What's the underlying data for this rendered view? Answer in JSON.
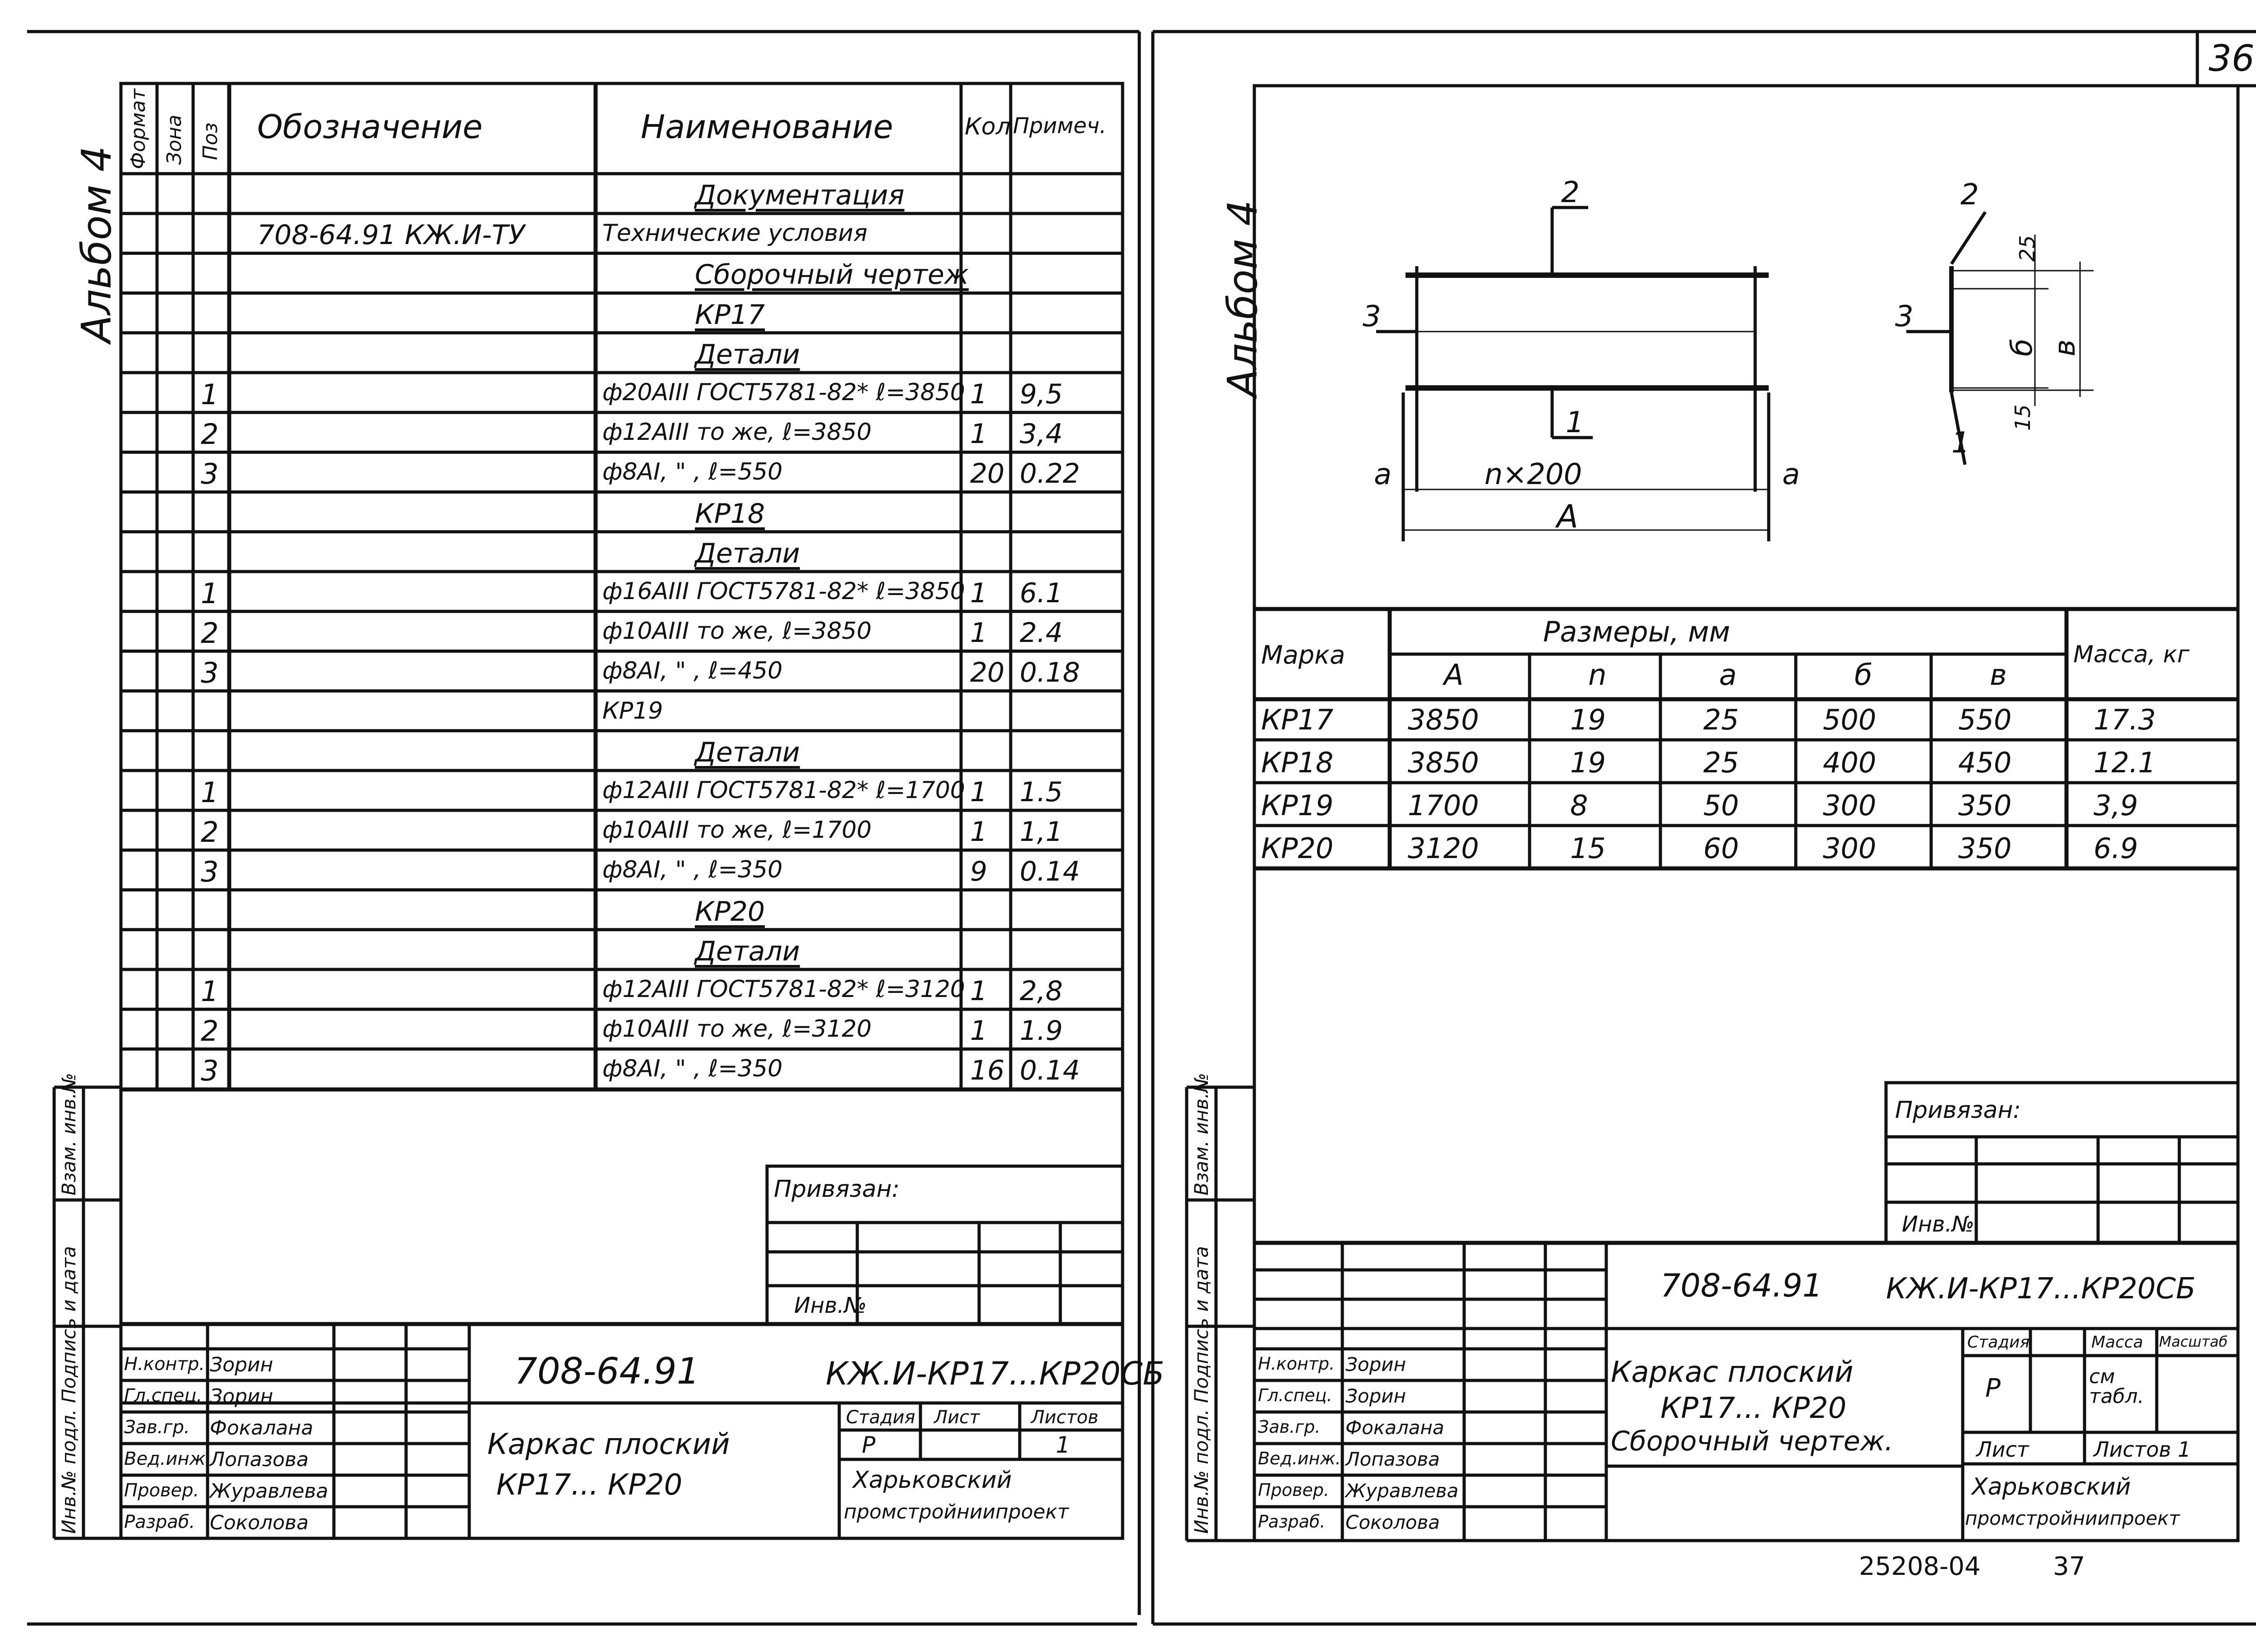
{
  "page_number": "36",
  "bottom_code": "25208-04",
  "bottom_page": "37",
  "left": {
    "album": "Альбом 4",
    "spec_headers": {
      "format": "Формат",
      "zone": "Зона",
      "pos": "Поз",
      "designation": "Обозначение",
      "name": "Наименование",
      "qty": "Кол",
      "note": "Примеч."
    },
    "spec_rows": [
      {
        "pos": "",
        "designation": "",
        "name": "Документация",
        "qty": "",
        "note": "",
        "section": true
      },
      {
        "pos": "",
        "designation": "708-64.91 КЖ.И-ТУ",
        "name": "Технические условия",
        "qty": "",
        "note": "",
        "section": false
      },
      {
        "pos": "",
        "designation": "",
        "name": "Сборочный чертеж",
        "qty": "",
        "note": "",
        "section": true
      },
      {
        "pos": "",
        "designation": "",
        "name": "КР17",
        "qty": "",
        "note": "",
        "section": true
      },
      {
        "pos": "",
        "designation": "",
        "name": "Детали",
        "qty": "",
        "note": "",
        "section": true
      },
      {
        "pos": "1",
        "designation": "",
        "name": "ф20АIII ГОСТ5781-82* ℓ=3850",
        "qty": "1",
        "note": "9,5",
        "section": false
      },
      {
        "pos": "2",
        "designation": "",
        "name": "ф12АIII то же, ℓ=3850",
        "qty": "1",
        "note": "3,4",
        "section": false
      },
      {
        "pos": "3",
        "designation": "",
        "name": "ф8АI, \" , ℓ=550",
        "qty": "20",
        "note": "0.22",
        "section": false
      },
      {
        "pos": "",
        "designation": "",
        "name": "КР18",
        "qty": "",
        "note": "",
        "section": true
      },
      {
        "pos": "",
        "designation": "",
        "name": "Детали",
        "qty": "",
        "note": "",
        "section": true
      },
      {
        "pos": "1",
        "designation": "",
        "name": "ф16АIII ГОСТ5781-82* ℓ=3850",
        "qty": "1",
        "note": "6.1",
        "section": false
      },
      {
        "pos": "2",
        "designation": "",
        "name": "ф10АIII то же, ℓ=3850",
        "qty": "1",
        "note": "2.4",
        "section": false
      },
      {
        "pos": "3",
        "designation": "",
        "name": "ф8АI, \" , ℓ=450",
        "qty": "20",
        "note": "0.18",
        "section": false
      },
      {
        "pos": "",
        "designation": "",
        "name": "КР19",
        "qty": "",
        "note": "",
        "section": false
      },
      {
        "pos": "",
        "designation": "",
        "name": "Детали",
        "qty": "",
        "note": "",
        "section": true
      },
      {
        "pos": "1",
        "designation": "",
        "name": "ф12АIII ГОСТ5781-82* ℓ=1700",
        "qty": "1",
        "note": "1.5",
        "section": false
      },
      {
        "pos": "2",
        "designation": "",
        "name": "ф10АIII то же, ℓ=1700",
        "qty": "1",
        "note": "1,1",
        "section": false
      },
      {
        "pos": "3",
        "designation": "",
        "name": "ф8АI, \" , ℓ=350",
        "qty": "9",
        "note": "0.14",
        "section": false
      },
      {
        "pos": "",
        "designation": "",
        "name": "КР20",
        "qty": "",
        "note": "",
        "section": true
      },
      {
        "pos": "",
        "designation": "",
        "name": "Детали",
        "qty": "",
        "note": "",
        "section": true
      },
      {
        "pos": "1",
        "designation": "",
        "name": "ф12АIII ГОСТ5781-82* ℓ=3120",
        "qty": "1",
        "note": "2,8",
        "section": false
      },
      {
        "pos": "2",
        "designation": "",
        "name": "ф10АIII то же, ℓ=3120",
        "qty": "1",
        "note": "1.9",
        "section": false
      },
      {
        "pos": "3",
        "designation": "",
        "name": "ф8АI, \" , ℓ=350",
        "qty": "16",
        "note": "0.14",
        "section": false
      }
    ],
    "side_labels": [
      "Инв.№ подл.",
      "Подпись и дата",
      "Взам. инв.№"
    ],
    "privyazan": "Привязан:",
    "inv": "Инв.№",
    "doc_code": "708-64.91",
    "doc_mark": "КЖ.И-КР17...КР20СБ",
    "roles": [
      {
        "role": "Н.контр.",
        "name": "Зорин"
      },
      {
        "role": "Гл.спец.",
        "name": "Зорин"
      },
      {
        "role": "Зав.гр.",
        "name": "Фокалана"
      },
      {
        "role": "Вед.инж.",
        "name": "Лопазова"
      },
      {
        "role": "Провер.",
        "name": "Журавлева"
      },
      {
        "role": "Разраб.",
        "name": "Соколова"
      }
    ],
    "title": "Каркас плоский",
    "title2": "КР17... КР20",
    "stage_h": "Стадия",
    "sheet_h": "Лист",
    "sheets_h": "Листов",
    "stage": "Р",
    "sheets": "1",
    "org1": "Харьковский",
    "org2": "промстройниипроект"
  },
  "right": {
    "album": "Альбом 4",
    "drawing": {
      "label_1": "1",
      "label_2": "2",
      "label_3": "3",
      "dim_a": "а",
      "dim_n": "n×200",
      "dim_A": "А",
      "dim_25": "25",
      "dim_15": "15",
      "dim_b": "б",
      "dim_v": "в"
    },
    "table": {
      "h_mark": "Марка",
      "h_sizes": "Размеры, мм",
      "h_mass": "Масса, кг",
      "sub": [
        "А",
        "n",
        "а",
        "б",
        "в"
      ],
      "rows": [
        {
          "mark": "КР17",
          "A": "3850",
          "n": "19",
          "a": "25",
          "b": "500",
          "v": "550",
          "mass": "17.3"
        },
        {
          "mark": "КР18",
          "A": "3850",
          "n": "19",
          "a": "25",
          "b": "400",
          "v": "450",
          "mass": "12.1"
        },
        {
          "mark": "КР19",
          "A": "1700",
          "n": "8",
          "a": "50",
          "b": "300",
          "v": "350",
          "mass": "3,9"
        },
        {
          "mark": "КР20",
          "A": "3120",
          "n": "15",
          "a": "60",
          "b": "300",
          "v": "350",
          "mass": "6.9"
        }
      ]
    },
    "side_labels": [
      "Инв.№ подл.",
      "Подпись и дата",
      "Взам. инв.№"
    ],
    "privyazan": "Привязан:",
    "inv": "Инв.№",
    "doc_code": "708-64.91",
    "doc_mark": "КЖ.И-КР17...КР20СБ",
    "roles": [
      {
        "role": "Н.контр.",
        "name": "Зорин"
      },
      {
        "role": "Гл.спец.",
        "name": "Зорин"
      },
      {
        "role": "Зав.гр.",
        "name": "Фокалана"
      },
      {
        "role": "Вед.инж.",
        "name": "Лопазова"
      },
      {
        "role": "Провер.",
        "name": "Журавлева"
      },
      {
        "role": "Разраб.",
        "name": "Соколова"
      }
    ],
    "title1": "Каркас плоский",
    "title2": "КР17... КР20",
    "title3": "Сборочный чертеж.",
    "stage_h": "Стадия",
    "mass_h": "Масса",
    "scale_h": "Масштаб",
    "stage": "Р",
    "mass": "см табл.",
    "sheet_h": "Лист",
    "sheets_h": "Листов 1",
    "org1": "Харьковский",
    "org2": "промстройниипроект"
  }
}
